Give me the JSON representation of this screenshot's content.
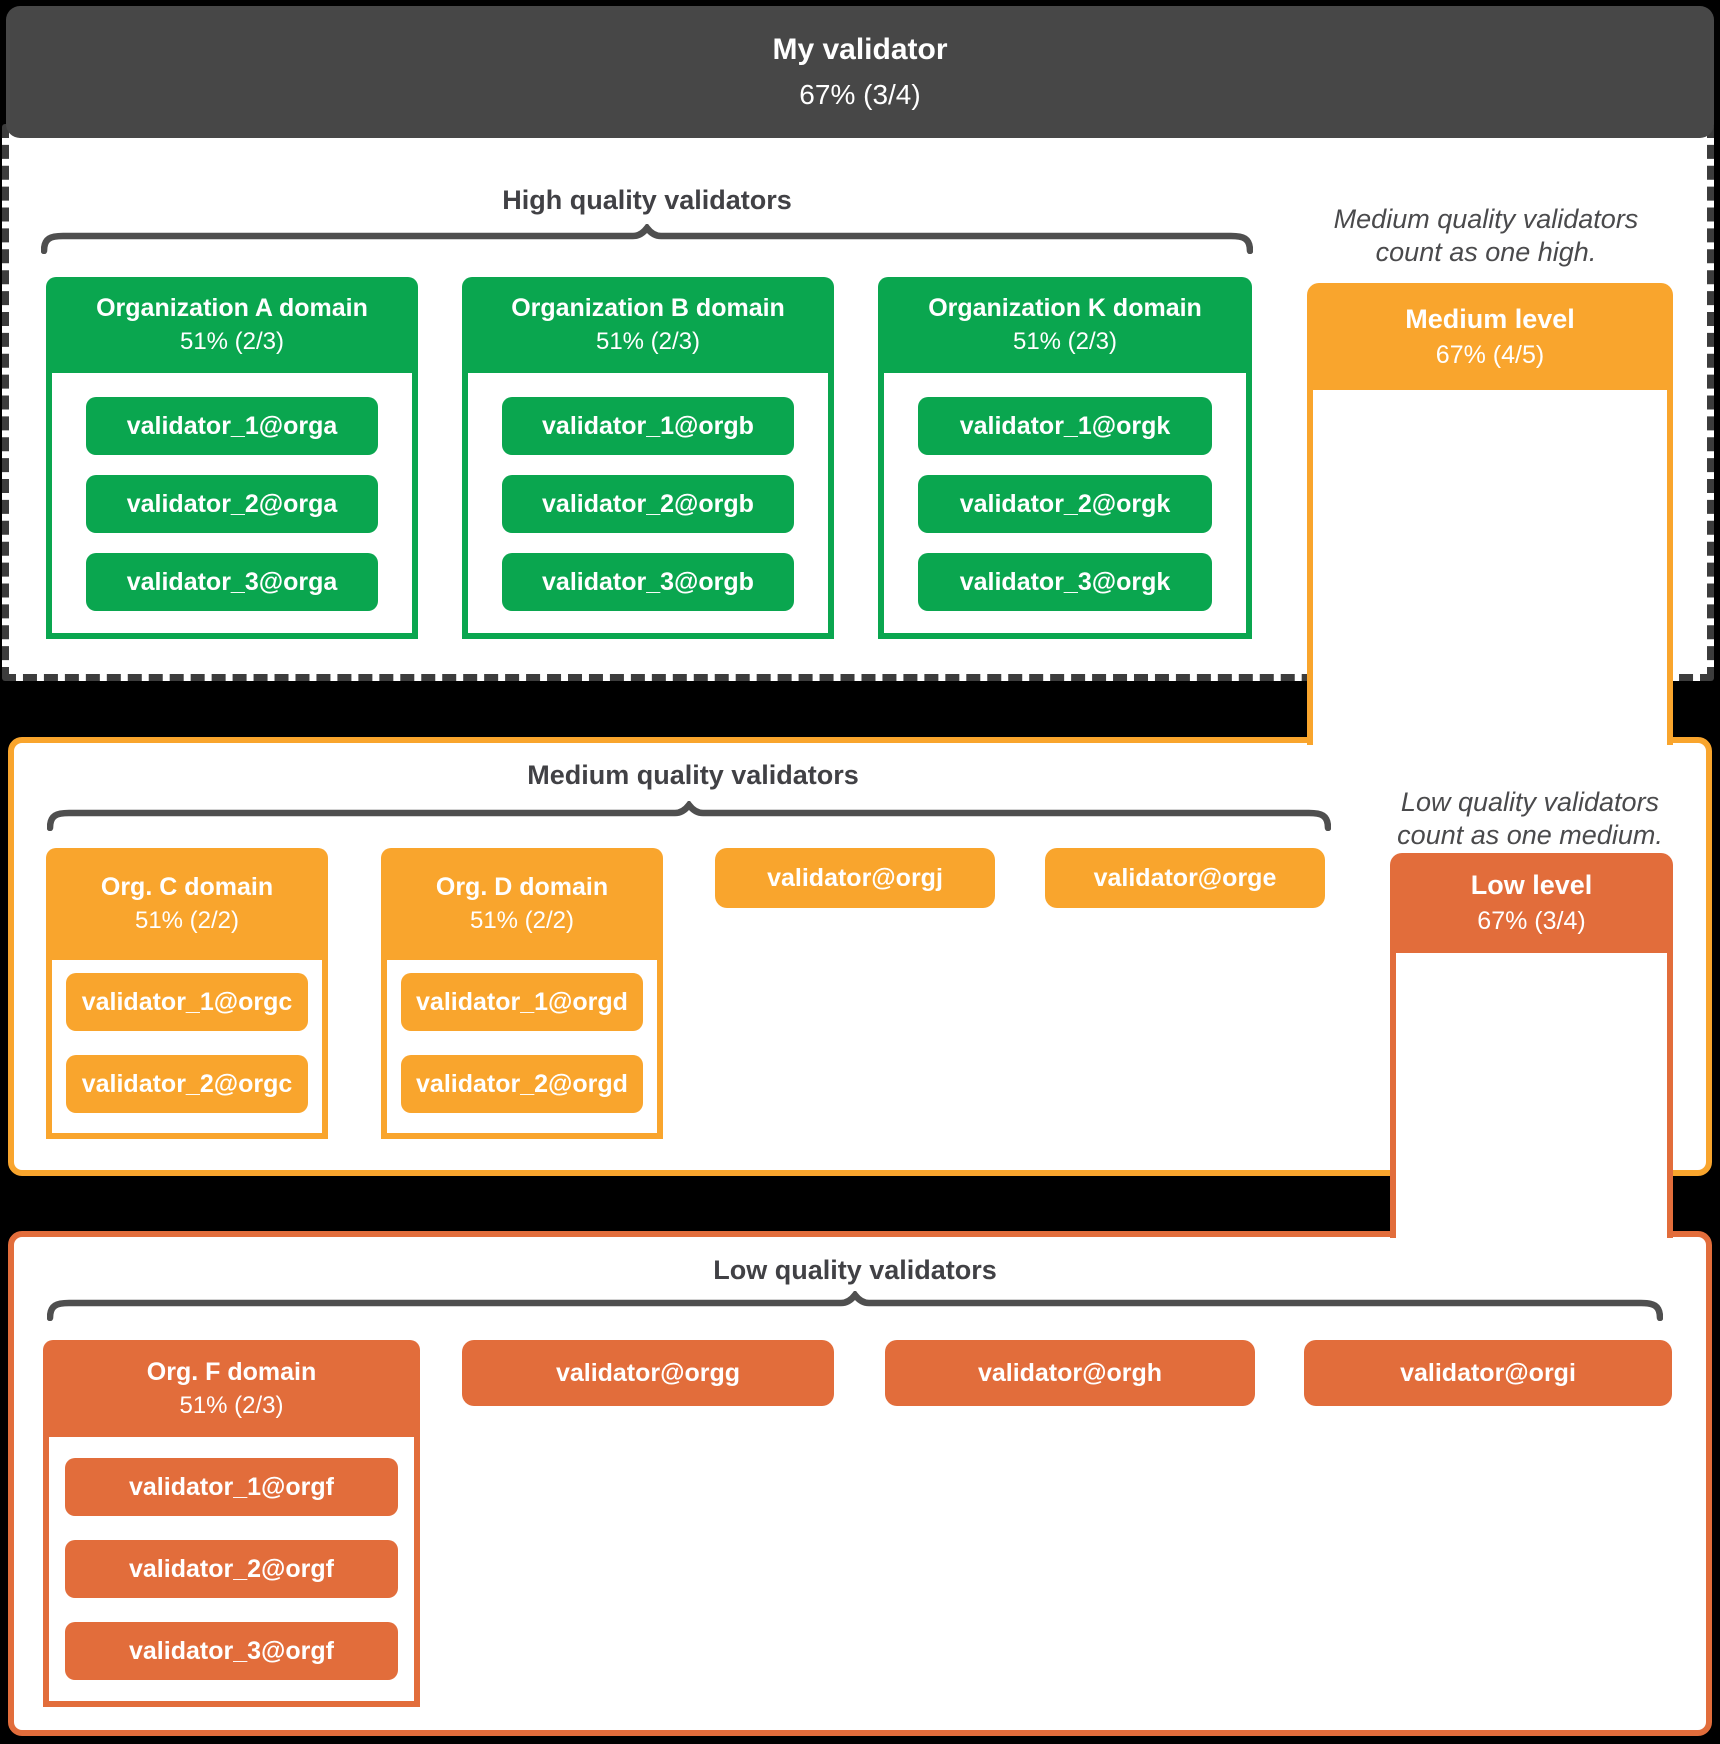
{
  "colors": {
    "green": "#0AA64F",
    "orange": "#F9A52D",
    "low_orange": "#E26D3B",
    "header_gray": "#474747",
    "brace_gray": "#4F4F4F",
    "dash_gray": "#3C3C3C",
    "title_text": "#414145",
    "note_text": "#4A4A4C"
  },
  "root": {
    "title": "My validator",
    "quorum": "67% (3/4)"
  },
  "levels": {
    "medium": {
      "label": "Medium level",
      "quorum": "67% (4/5)"
    },
    "low": {
      "label": "Low level",
      "quorum": "67% (3/4)"
    }
  },
  "notes": {
    "medium": {
      "line1": "Medium quality validators",
      "line2": "count as one high."
    },
    "low": {
      "line1": "Low quality validators",
      "line2": "count as one medium."
    }
  },
  "sections": {
    "high": {
      "title": "High quality validators",
      "orgs": [
        {
          "name": "Organization A domain",
          "quorum": "51% (2/3)",
          "validators": [
            "validator_1@orga",
            "validator_2@orga",
            "validator_3@orga"
          ]
        },
        {
          "name": "Organization B domain",
          "quorum": "51% (2/3)",
          "validators": [
            "validator_1@orgb",
            "validator_2@orgb",
            "validator_3@orgb"
          ]
        },
        {
          "name": "Organization K domain",
          "quorum": "51% (2/3)",
          "validators": [
            "validator_1@orgk",
            "validator_2@orgk",
            "validator_3@orgk"
          ]
        }
      ]
    },
    "medium": {
      "title": "Medium quality validators",
      "orgs": [
        {
          "name": "Org. C domain",
          "quorum": "51% (2/2)",
          "validators": [
            "validator_1@orgc",
            "validator_2@orgc"
          ]
        },
        {
          "name": "Org. D domain",
          "quorum": "51% (2/2)",
          "validators": [
            "validator_1@orgd",
            "validator_2@orgd"
          ]
        }
      ],
      "singles": [
        "validator@orgj",
        "validator@orge"
      ]
    },
    "low": {
      "title": "Low quality validators",
      "orgs": [
        {
          "name": "Org. F domain",
          "quorum": "51% (2/3)",
          "validators": [
            "validator_1@orgf",
            "validator_2@orgf",
            "validator_3@orgf"
          ]
        }
      ],
      "singles": [
        "validator@orgg",
        "validator@orgh",
        "validator@orgi"
      ]
    }
  }
}
